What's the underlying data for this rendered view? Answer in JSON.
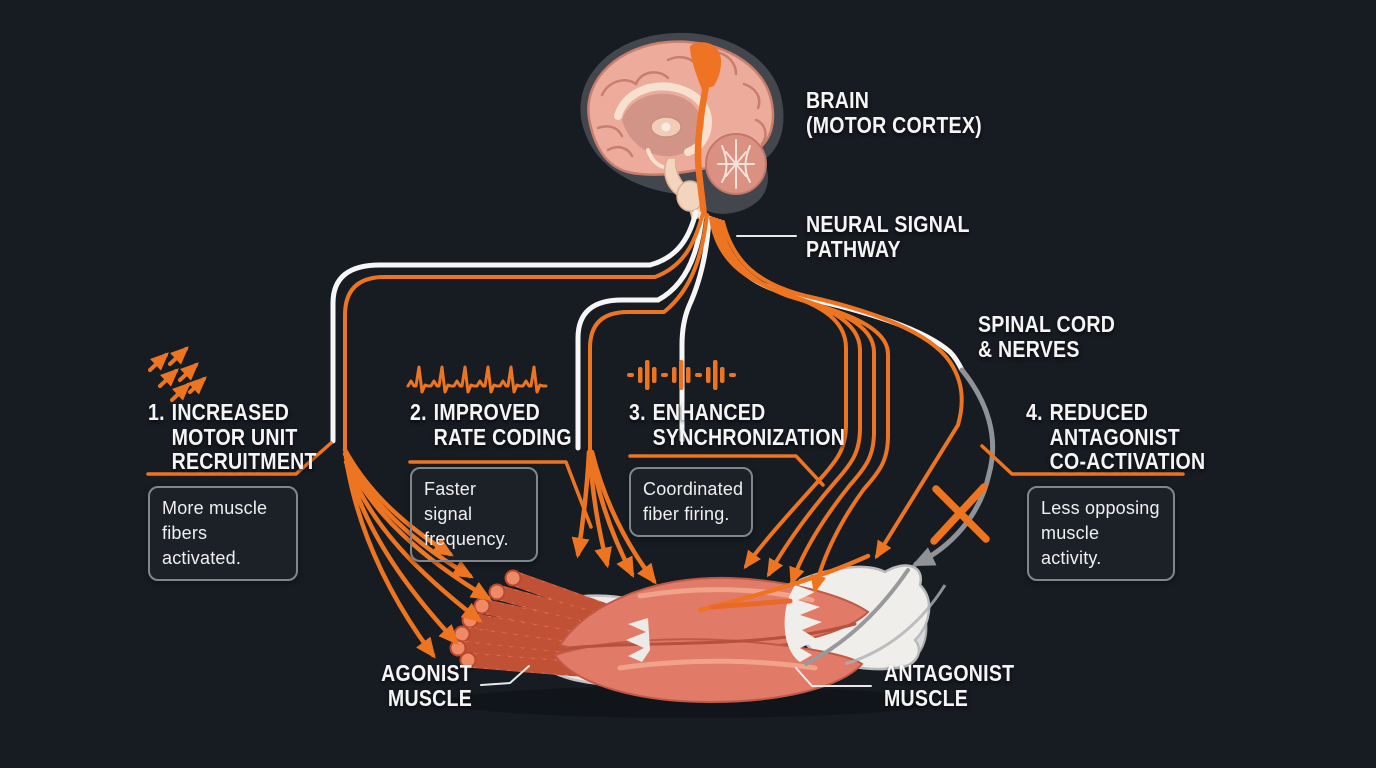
{
  "title_meaning": "Neural adaptations diagram",
  "colors": {
    "background": "#171b22",
    "accent_orange": "#ed7522",
    "label_white": "#f5f5f5",
    "nerve_gray": "#8f9296",
    "muscle_salmon": "#e17a66",
    "fiber_red": "#df6b4d",
    "tendon_ivory": "#f0eeea",
    "note_border_gray": "#81868d"
  },
  "labels": {
    "brain": {
      "line1": "BRAIN",
      "line2": "(MOTOR CORTEX)"
    },
    "neural_pathway": {
      "line1": "NEURAL SIGNAL",
      "line2": "PATHWAY"
    },
    "spinal_cord": {
      "line1": "SPINAL CORD",
      "line2": "& NERVES"
    },
    "agonist": {
      "line1": "AGONIST",
      "line2": "MUSCLE"
    },
    "antagonist": {
      "line1": "ANTAGONIST",
      "line2": "MUSCLE"
    }
  },
  "adaptations": [
    {
      "number": "1.",
      "line1": "INCREASED",
      "line2": "MOTOR UNIT",
      "line3": "RECRUITMENT",
      "note": "More muscle fibers activated.",
      "icon": "recruitment-arrows-icon"
    },
    {
      "number": "2.",
      "line1": "IMPROVED",
      "line2": "RATE CODING",
      "line3": "",
      "note": "Faster signal frequency.",
      "icon": "ekg-pulse-icon"
    },
    {
      "number": "3.",
      "line1": "ENHANCED",
      "line2": "SYNCHRONIZATION",
      "line3": "",
      "note": "Coordinated fiber firing.",
      "icon": "sync-bars-icon"
    },
    {
      "number": "4.",
      "line1": "REDUCED",
      "line2": "ANTAGONIST",
      "line3": "CO-ACTIVATION",
      "note": "Less opposing muscle activity.",
      "icon": ""
    }
  ]
}
